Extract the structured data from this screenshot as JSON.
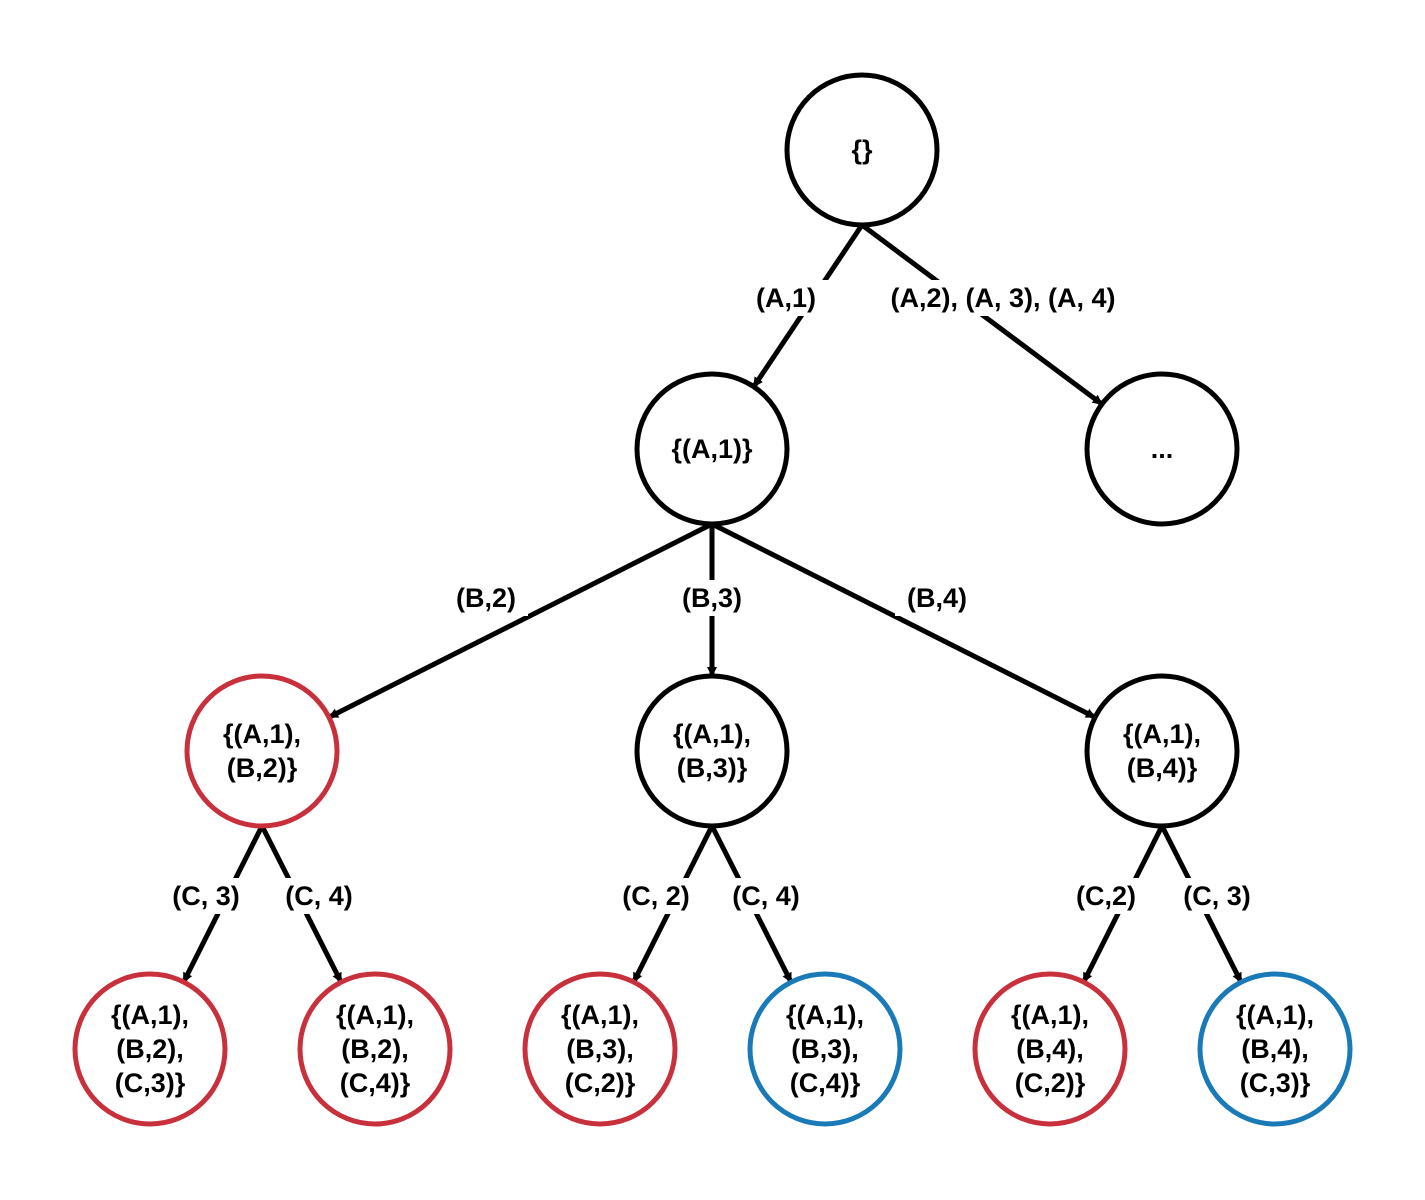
{
  "colors": {
    "default": "#000000",
    "red": "#c8303c",
    "blue": "#1a7ab8"
  },
  "nodes": [
    {
      "id": "root",
      "lines": [
        "{}"
      ],
      "color": "default"
    },
    {
      "id": "a1",
      "lines": [
        "{(A,1)}"
      ],
      "color": "default"
    },
    {
      "id": "more",
      "lines": [
        "..."
      ],
      "color": "default"
    },
    {
      "id": "a1b2",
      "lines": [
        "{(A,1),",
        "(B,2)}"
      ],
      "color": "red"
    },
    {
      "id": "a1b3",
      "lines": [
        "{(A,1),",
        "(B,3)}"
      ],
      "color": "default"
    },
    {
      "id": "a1b4",
      "lines": [
        "{(A,1),",
        "(B,4)}"
      ],
      "color": "default"
    },
    {
      "id": "a1b2c3",
      "lines": [
        "{(A,1),",
        "(B,2),",
        "(C,3)}"
      ],
      "color": "red"
    },
    {
      "id": "a1b2c4",
      "lines": [
        "{(A,1),",
        "(B,2),",
        "(C,4)}"
      ],
      "color": "red"
    },
    {
      "id": "a1b3c2",
      "lines": [
        "{(A,1),",
        "(B,3),",
        "(C,2)}"
      ],
      "color": "red"
    },
    {
      "id": "a1b3c4",
      "lines": [
        "{(A,1),",
        "(B,3),",
        "(C,4)}"
      ],
      "color": "blue"
    },
    {
      "id": "a1b4c2",
      "lines": [
        "{(A,1),",
        "(B,4),",
        "(C,2)}"
      ],
      "color": "red"
    },
    {
      "id": "a1b4c3",
      "lines": [
        "{(A,1),",
        "(B,4),",
        "(C,3)}"
      ],
      "color": "blue"
    }
  ],
  "edges": [
    {
      "from": "root",
      "to": "a1",
      "label": "(A,1)"
    },
    {
      "from": "root",
      "to": "more",
      "label": "(A,2), (A, 3), (A, 4)"
    },
    {
      "from": "a1",
      "to": "a1b2",
      "label": "(B,2)"
    },
    {
      "from": "a1",
      "to": "a1b3",
      "label": "(B,3)"
    },
    {
      "from": "a1",
      "to": "a1b4",
      "label": "(B,4)"
    },
    {
      "from": "a1b2",
      "to": "a1b2c3",
      "label": "(C, 3)"
    },
    {
      "from": "a1b2",
      "to": "a1b2c4",
      "label": "(C, 4)"
    },
    {
      "from": "a1b3",
      "to": "a1b3c2",
      "label": "(C, 2)"
    },
    {
      "from": "a1b3",
      "to": "a1b3c4",
      "label": "(C, 4)"
    },
    {
      "from": "a1b4",
      "to": "a1b4c2",
      "label": "(C,2)"
    },
    {
      "from": "a1b4",
      "to": "a1b4c3",
      "label": "(C, 3)"
    }
  ]
}
